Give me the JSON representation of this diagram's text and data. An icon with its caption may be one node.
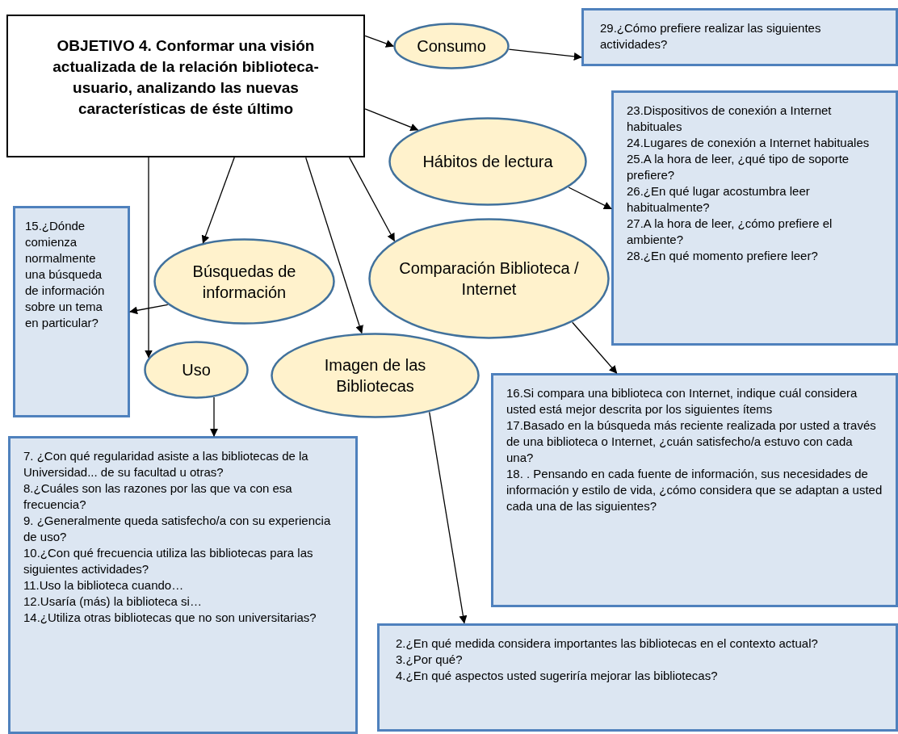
{
  "diagram": {
    "nodes": [
      {
        "text": [
          "OBJETIVO 4. Conformar una visión actualizada de la relación biblioteca-usuario, analizando las nuevas características de éste último"
        ]
      },
      {
        "text": [
          "Consumo"
        ]
      },
      {
        "text": [
          "29.¿Cómo prefiere realizar las siguientes actividades?"
        ]
      },
      {
        "text": [
          "Hábitos de lectura"
        ]
      },
      {
        "text": [
          "23.Dispositivos de conexión a Internet habituales",
          "24.Lugares de conexión a Internet habituales",
          "25.A la hora de leer, ¿qué tipo de soporte prefiere?",
          "26.¿En qué lugar acostumbra leer habitualmente?",
          "27.A la hora de leer, ¿cómo prefiere el ambiente?",
          "28.¿En qué momento prefiere leer?"
        ]
      },
      {
        "text": [
          "Búsquedas de información"
        ]
      },
      {
        "text": [
          "15.¿Dónde comienza normalmente una búsqueda de información sobre un tema en particular?"
        ]
      },
      {
        "text": [
          "Comparación Biblioteca / Internet"
        ]
      },
      {
        "text": [
          "Uso"
        ]
      },
      {
        "text": [
          "Imagen de las Bibliotecas"
        ]
      },
      {
        "text": [
          "16.Si compara una biblioteca con Internet, indique cuál considera usted está mejor descrita por los siguientes ítems",
          "17.Basado en la búsqueda más reciente realizada por usted a través de una biblioteca o Internet, ¿cuán satisfecho/a estuvo con cada una?",
          "18. . Pensando en cada fuente de información, sus necesidades de información y estilo de vida, ¿cómo considera que se adaptan a usted cada una de las siguientes?"
        ]
      },
      {
        "text": [
          "7. ¿Con qué regularidad asiste a las bibliotecas de la Universidad... de su facultad u otras?",
          "8.¿Cuáles son las razones por las que va con esa frecuencia?",
          "9. ¿Generalmente queda satisfecho/a con su experiencia de uso?",
          "10.¿Con qué frecuencia utiliza las bibliotecas para las siguientes actividades?",
          "11.Uso la biblioteca cuando…",
          "12.Usaría (más) la biblioteca si…",
          "14.¿Utiliza otras bibliotecas que no son universitarias?"
        ]
      },
      {
        "text": [
          "2.¿En qué medida considera importantes las bibliotecas en el contexto actual?",
          "3.¿Por qué?",
          "4.¿En qué aspectos usted sugeriría mejorar las bibliotecas?"
        ]
      }
    ],
    "edges": [
      {
        "from": 0,
        "to": 1,
        "arrow": "to"
      },
      {
        "from": 1,
        "to": 2,
        "arrow": "to"
      },
      {
        "from": 0,
        "to": 3,
        "arrow": "to"
      },
      {
        "from": 3,
        "to": 4,
        "arrow": "to"
      },
      {
        "from": 0,
        "to": 5,
        "arrow": "to"
      },
      {
        "from": 5,
        "to": 6,
        "arrow": "to"
      },
      {
        "from": 0,
        "to": 7,
        "arrow": "to"
      },
      {
        "from": 7,
        "to": 10,
        "arrow": "to"
      },
      {
        "from": 0,
        "to": 9,
        "arrow": "to"
      },
      {
        "from": 0,
        "to": 8,
        "arrow": "to"
      },
      {
        "from": 8,
        "to": 11,
        "arrow": "to"
      },
      {
        "from": 9,
        "to": 12,
        "arrow": "to"
      }
    ]
  }
}
